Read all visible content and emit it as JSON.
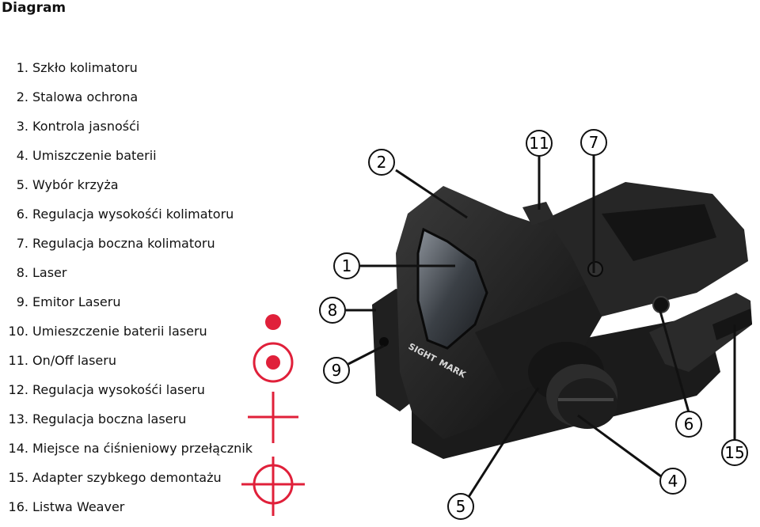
{
  "header": {
    "title": "Diagram"
  },
  "parts": [
    {
      "num": "1.",
      "label": "Szkło kolimatoru"
    },
    {
      "num": "2.",
      "label": "Stalowa ochrona"
    },
    {
      "num": "3.",
      "label": "Kontrola jasnośći"
    },
    {
      "num": "4.",
      "label": "Umiszczenie baterii"
    },
    {
      "num": "5.",
      "label": "Wybór krzyża"
    },
    {
      "num": "6.",
      "label": "Regulacja wysokośći kolimatoru"
    },
    {
      "num": "7.",
      "label": "Regulacja boczna kolimatoru"
    },
    {
      "num": "8.",
      "label": "Laser"
    },
    {
      "num": "9.",
      "label": "Emitor Laseru"
    },
    {
      "num": "10.",
      "label": "Umieszczenie baterii laseru"
    },
    {
      "num": "11.",
      "label": "On/Off laseru"
    },
    {
      "num": "12.",
      "label": "Regulacja wysokośći laseru"
    },
    {
      "num": "13.",
      "label": "Regulacja boczna laseru"
    },
    {
      "num": "14.",
      "label": "Miejsce na ćiśnieniowy przełącznik"
    },
    {
      "num": "15.",
      "label": "Adapter szybkego demontażu"
    },
    {
      "num": "16.",
      "label": "Listwa Weaver"
    }
  ],
  "reticles": [
    "dot-icon",
    "circle-dot-icon",
    "crosshair-icon",
    "circle-crosshair-icon"
  ],
  "reticle_color": "#e0203a",
  "callouts": {
    "c1": "1",
    "c2": "2",
    "c4": "4",
    "c5": "5",
    "c6": "6",
    "c7": "7",
    "c8": "8",
    "c9": "9",
    "c11": "11",
    "c15": "15"
  },
  "brand": {
    "text1": "SIGHT",
    "text2": "MARK"
  }
}
